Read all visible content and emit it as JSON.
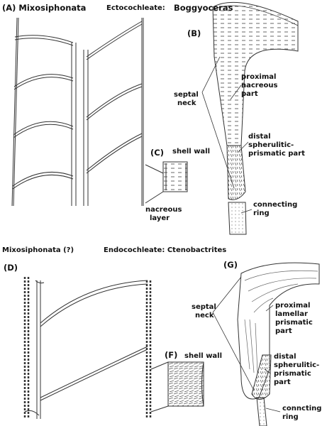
{
  "top": {
    "title_a": "(A) Mixosiphonata",
    "subtitle": "Ectocochleate:",
    "genus": "Boggyoceras",
    "panel_b": "(B)",
    "panel_c": "(C)",
    "c_shell_wall": "shell wall",
    "c_nacreous_1": "nacreous",
    "c_nacreous_2": "layer",
    "b_septal_1": "septal",
    "b_septal_2": "neck",
    "b_proximal_1": "proximal",
    "b_proximal_2": "nacreous",
    "b_proximal_3": "part",
    "b_distal_1": "distal",
    "b_distal_2": "spherulitic-",
    "b_distal_3": "prismatic part",
    "b_ring_1": "connecting",
    "b_ring_2": "ring"
  },
  "bottom": {
    "title": "Mixosiphonata (?)",
    "subtitle": "Endocochleate: Ctenobactrites",
    "panel_d": "(D)",
    "panel_f": "(F)",
    "f_shell_wall": "shell wall",
    "panel_g": "(G)",
    "g_septal_1": "septal",
    "g_septal_2": "neck",
    "g_proximal_1": "proximal",
    "g_proximal_2": "lamellar",
    "g_proximal_3": "prismatic",
    "g_proximal_4": "part",
    "g_distal_1": "distal",
    "g_distal_2": "spherulitic-",
    "g_distal_3": "prismatic",
    "g_distal_4": "part",
    "g_ring_1": "conncting",
    "g_ring_2": "ring"
  }
}
